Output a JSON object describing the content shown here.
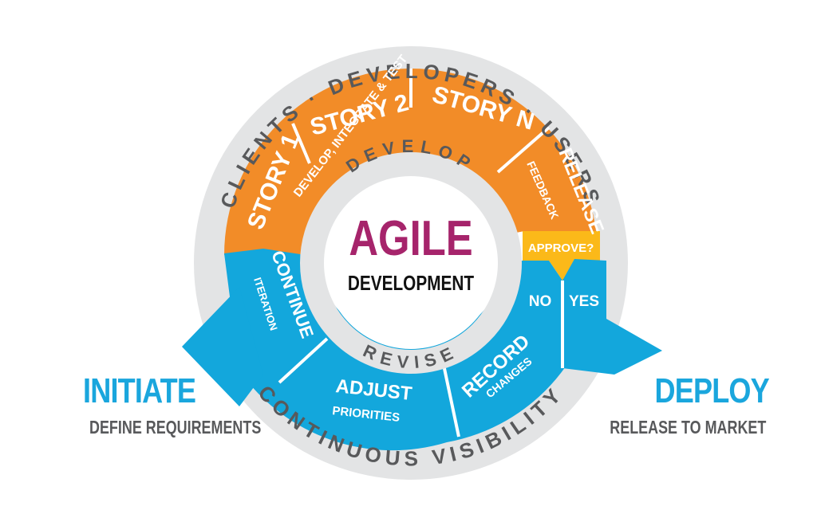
{
  "colors": {
    "orange": "#f28c28",
    "blue": "#13a7dc",
    "gold": "#fbb919",
    "grey_ring": "#e3e4e5",
    "grey_text": "#58595b",
    "magenta": "#a6246b",
    "black": "#111111"
  },
  "outer_ring": {
    "top": "CLIENTS · DEVELOPERS · USERS",
    "bottom": "CONTINUOUS VISIBILITY"
  },
  "inner_ring": {
    "top": "DEVELOP",
    "bottom": "REVISE"
  },
  "center": {
    "title": "AGILE",
    "subtitle": "DEVELOPMENT"
  },
  "orange_segments": {
    "story1": "STORY 1",
    "story2": "STORY 2",
    "storyn": "STORY N",
    "develop_caption": "DEVELOP, INTEGRATE & TEST",
    "release": "RELEASE",
    "feedback": "FEEDBACK"
  },
  "approve": "APPROVE?",
  "blue_segments": {
    "continue": "CONTINUE",
    "iteration": "ITERATION",
    "adjust": "ADJUST",
    "priorities": "PRIORITIES",
    "record": "RECORD",
    "changes": "CHANGES",
    "no": "NO",
    "yes": "YES"
  },
  "initiate": {
    "title": "INITIATE",
    "subtitle": "DEFINE REQUIREMENTS"
  },
  "deploy": {
    "title": "DEPLOY",
    "subtitle": "RELEASE TO MARKET"
  }
}
